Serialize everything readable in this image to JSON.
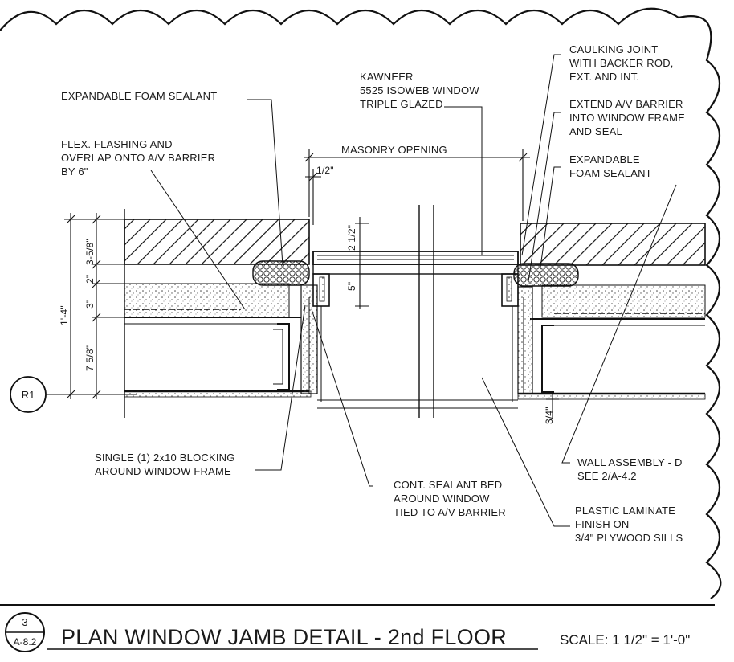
{
  "notes": {
    "foam_sealant_left": "EXPANDABLE FOAM SEALANT",
    "flex_flashing": [
      "FLEX. FLASHING AND",
      "OVERLAP ONTO A/V BARRIER",
      "BY 6\""
    ],
    "window": [
      "KAWNEER",
      "5525 ISOWEB WINDOW",
      "TRIPLE GLAZED"
    ],
    "masonry_opening": "MASONRY OPENING",
    "caulking": [
      "CAULKING JOINT",
      "WITH BACKER ROD,",
      "EXT. AND INT."
    ],
    "extend_barrier": [
      "EXTEND A/V BARRIER",
      "INTO WINDOW FRAME",
      "AND SEAL"
    ],
    "foam_sealant_right": [
      "EXPANDABLE",
      "FOAM SEALANT"
    ],
    "blocking": [
      "SINGLE (1) 2x10 BLOCKING",
      "AROUND WINDOW FRAME"
    ],
    "sealant_bed": [
      "CONT. SEALANT BED",
      "AROUND WINDOW",
      "TIED TO A/V BARRIER"
    ],
    "wall_assembly": [
      "WALL ASSEMBLY - D",
      "SEE 2/A-4.2"
    ],
    "plastic_laminate": [
      "PLASTIC LAMINATE",
      "FINISH ON",
      "3/4\" PLYWOOD SILLS"
    ]
  },
  "dimensions": {
    "half_inch": "1/2\"",
    "d_358": "3-5/8\"",
    "d_2": "2\"",
    "d_3": "3\"",
    "d_14": "1'-4\"",
    "d_758": "7 5/8\"",
    "d_212": "2 1/2\"",
    "d_5": "5\"",
    "d_34": "3/4\""
  },
  "grid_line": "R1",
  "detail_number": "3",
  "sheet_ref": "A-8.2",
  "title": "PLAN WINDOW JAMB DETAIL - 2nd FLOOR",
  "scale": "SCALE: 1 1/2\" = 1'-0\""
}
